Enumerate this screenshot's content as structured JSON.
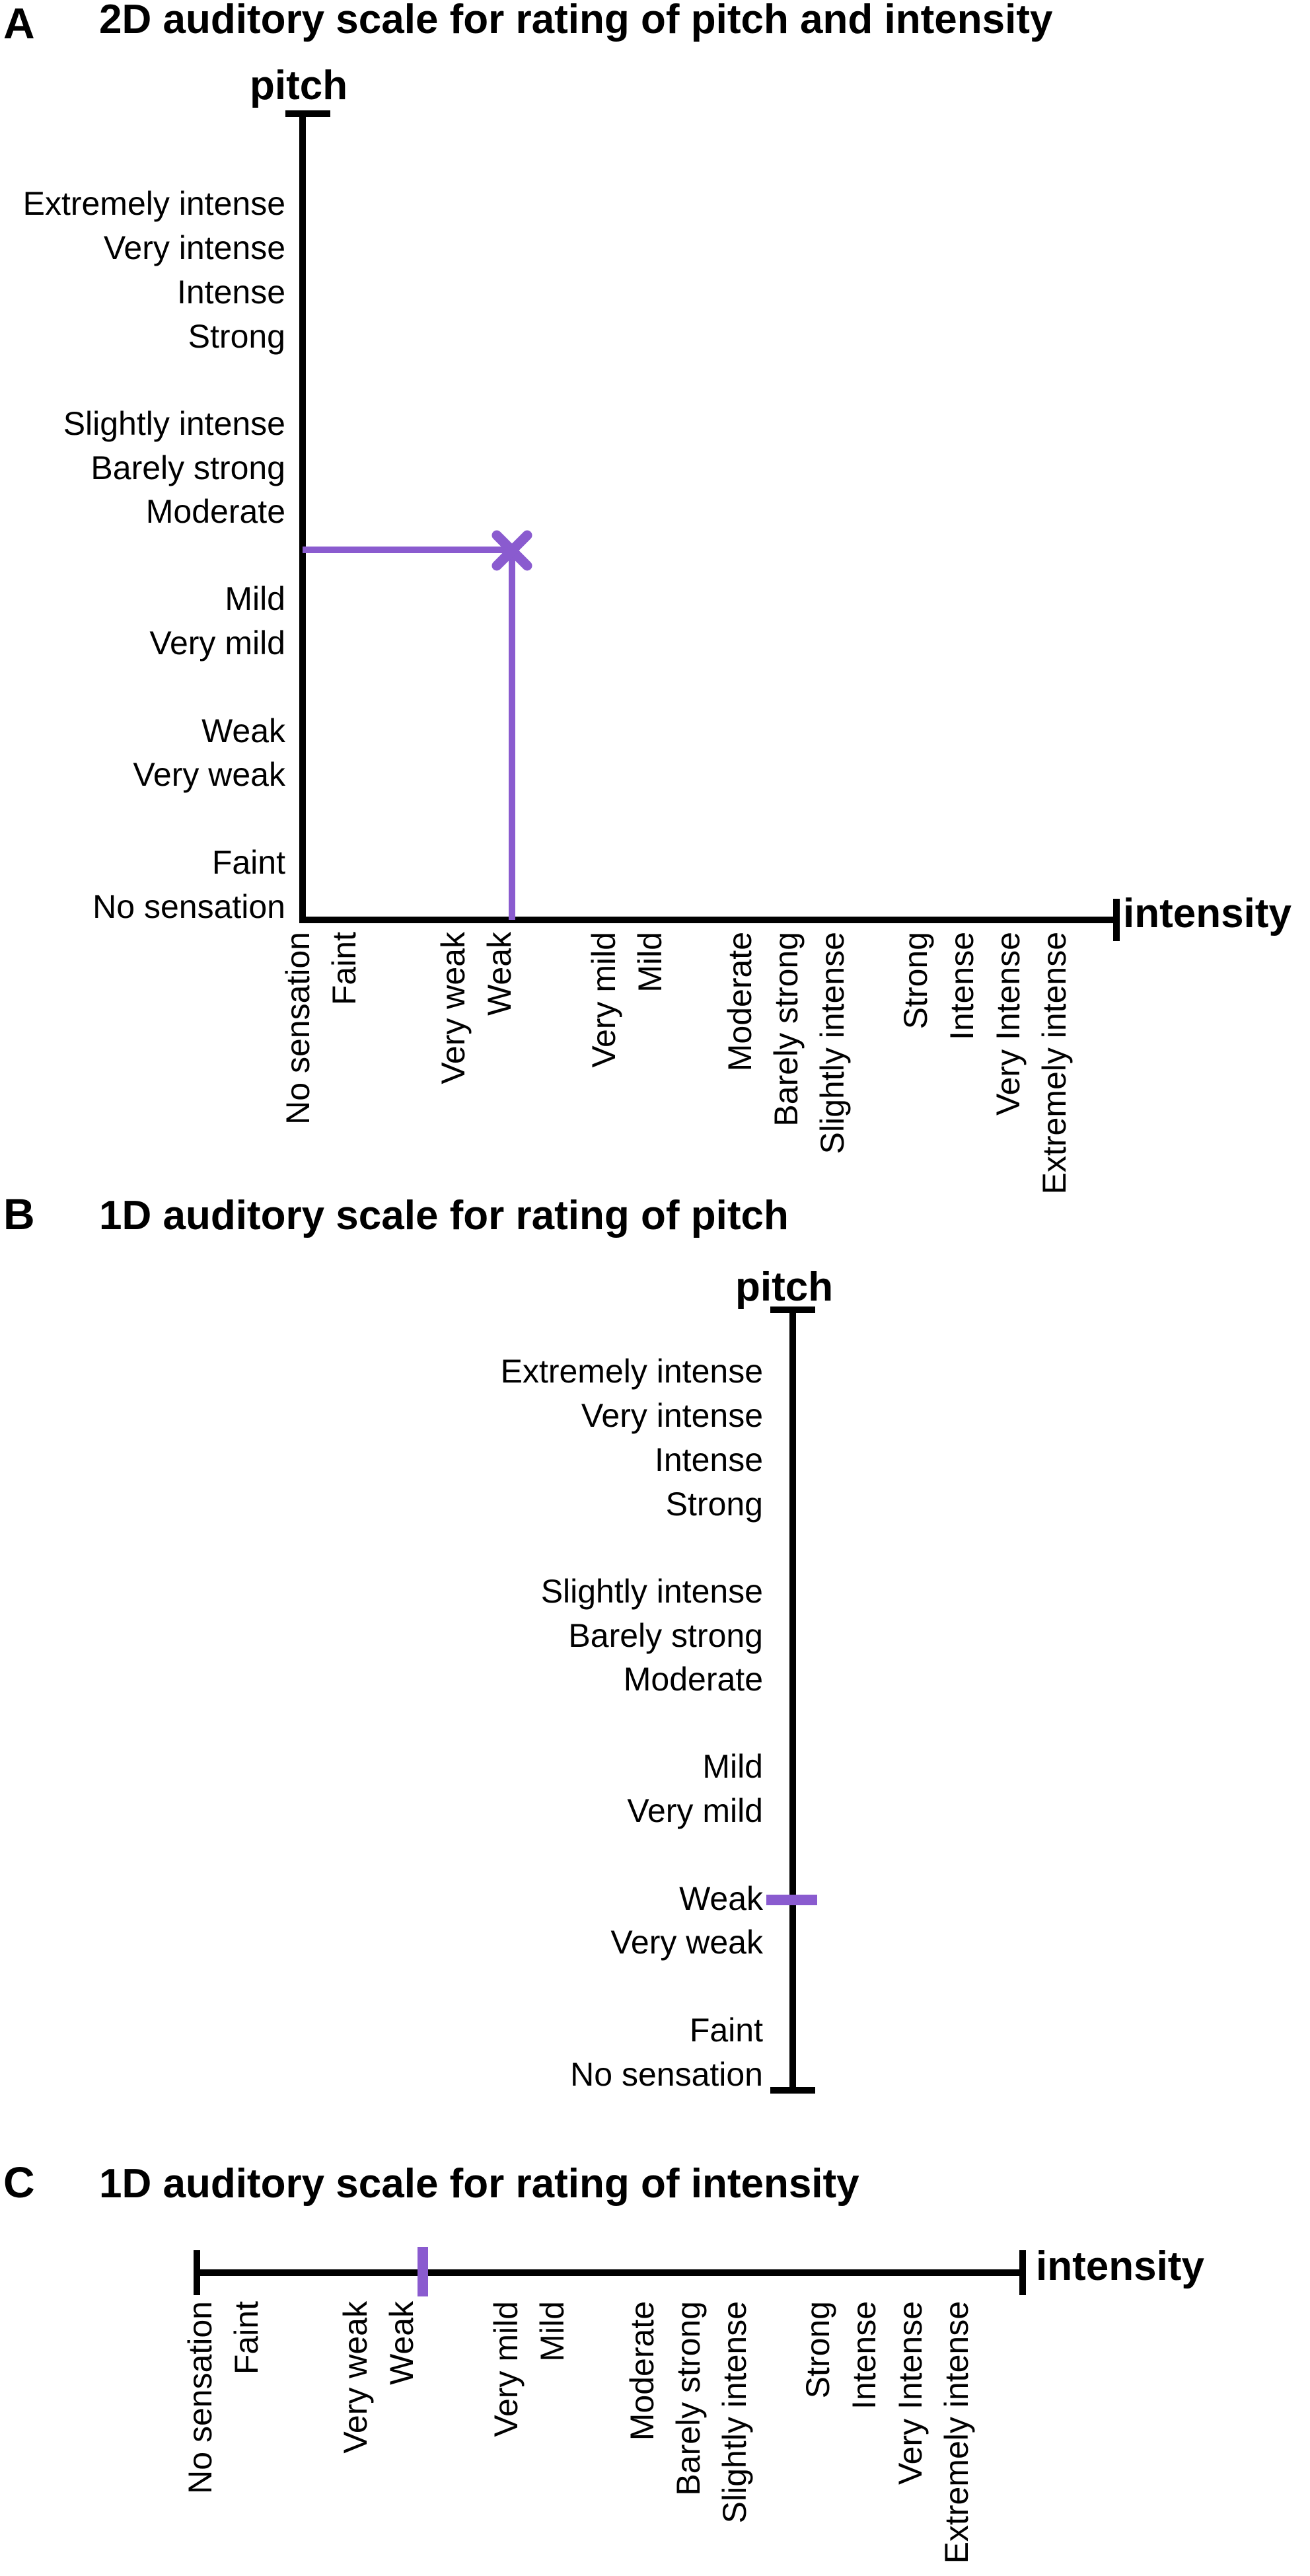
{
  "panels": {
    "a": {
      "letter": "A",
      "title": "2D auditory scale for rating of pitch and intensity",
      "y_axis_name": "pitch",
      "x_axis_name": "intensity"
    },
    "b": {
      "letter": "B",
      "title": "1D auditory scale for rating of pitch",
      "axis_name": "pitch"
    },
    "c": {
      "letter": "C",
      "title": "1D auditory scale for rating of intensity",
      "axis_name": "intensity"
    }
  },
  "pitch_labels": [
    "Extremely intense",
    "Very intense",
    "Intense",
    "Strong",
    "Slightly intense",
    "Barely strong",
    "Moderate",
    "Mild",
    "Very mild",
    "Weak",
    "Very weak",
    "Faint",
    "No sensation"
  ],
  "intensity_labels": [
    "No sensation",
    "Faint",
    "Very weak",
    "Weak",
    "Very mild",
    "Mild",
    "Moderate",
    "Barely strong",
    "Slightly intense",
    "Strong",
    "Intense",
    "Very Intense",
    "Extremely intense"
  ],
  "ratings": {
    "a": {
      "pitch": "Moderate/Mild",
      "intensity": "Weak"
    },
    "b": {
      "pitch": "Weak"
    },
    "c": {
      "intensity": "Weak"
    }
  },
  "colors": {
    "axis": "#000000",
    "rating": "#8a5bcf"
  }
}
